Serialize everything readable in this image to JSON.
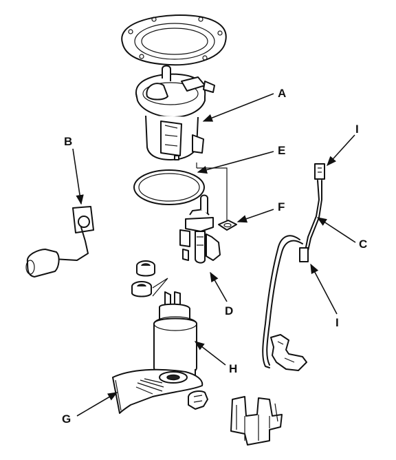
{
  "callouts": {
    "A": "A",
    "B": "B",
    "C": "C",
    "D": "D",
    "E": "E",
    "F": "F",
    "G": "G",
    "H": "H",
    "I_upper": "I",
    "I_lower": "I"
  },
  "colors": {
    "ink": "#111111",
    "background": "#ffffff"
  }
}
